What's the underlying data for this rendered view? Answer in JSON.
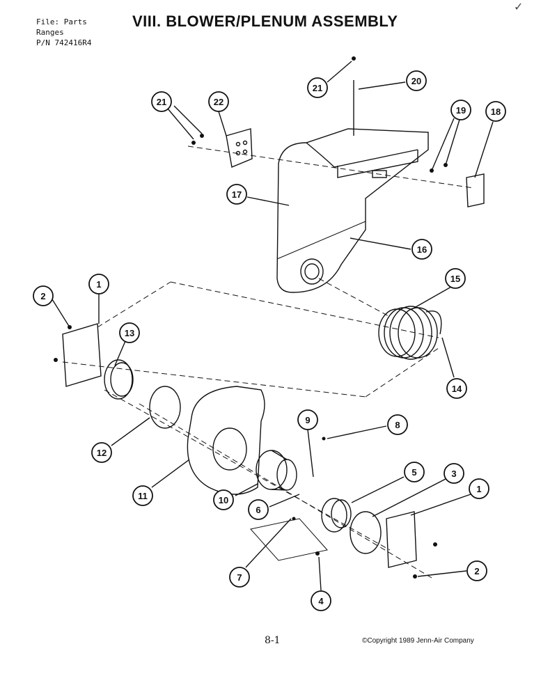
{
  "header": {
    "file_line1": "File: Parts",
    "file_line2": "Ranges",
    "file_line3": "P/N 742416R4",
    "title": "VIII. BLOWER/PLENUM ASSEMBLY"
  },
  "footer": {
    "page": "8-1",
    "copyright": "©Copyright 1989 Jenn-Air Company"
  },
  "callouts": [
    {
      "id": "c21a",
      "label": "21"
    },
    {
      "id": "c20",
      "label": "20"
    },
    {
      "id": "c21b",
      "label": "21"
    },
    {
      "id": "c22",
      "label": "22"
    },
    {
      "id": "c19",
      "label": "19"
    },
    {
      "id": "c18",
      "label": "18"
    },
    {
      "id": "c17",
      "label": "17"
    },
    {
      "id": "c16",
      "label": "16"
    },
    {
      "id": "c15",
      "label": "15"
    },
    {
      "id": "c14",
      "label": "14"
    },
    {
      "id": "c2a",
      "label": "2"
    },
    {
      "id": "c1a",
      "label": "1"
    },
    {
      "id": "c13",
      "label": "13"
    },
    {
      "id": "c12",
      "label": "12"
    },
    {
      "id": "c11",
      "label": "11"
    },
    {
      "id": "c10",
      "label": "10"
    },
    {
      "id": "c9",
      "label": "9"
    },
    {
      "id": "c8",
      "label": "8"
    },
    {
      "id": "c6",
      "label": "6"
    },
    {
      "id": "c5",
      "label": "5"
    },
    {
      "id": "c3",
      "label": "3"
    },
    {
      "id": "c1b",
      "label": "1"
    },
    {
      "id": "c7",
      "label": "7"
    },
    {
      "id": "c4",
      "label": "4"
    },
    {
      "id": "c2b",
      "label": "2"
    }
  ]
}
